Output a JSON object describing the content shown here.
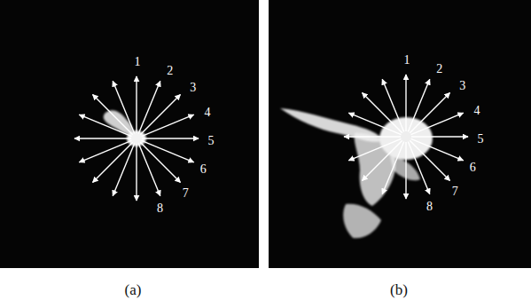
{
  "diagram": {
    "labels": [
      "1",
      "2",
      "3",
      "4",
      "5",
      "6",
      "7",
      "8",
      "1",
      "2",
      "3",
      "4",
      "5",
      "6",
      "7",
      "8",
      "(a)",
      "(b)"
    ]
  }
}
